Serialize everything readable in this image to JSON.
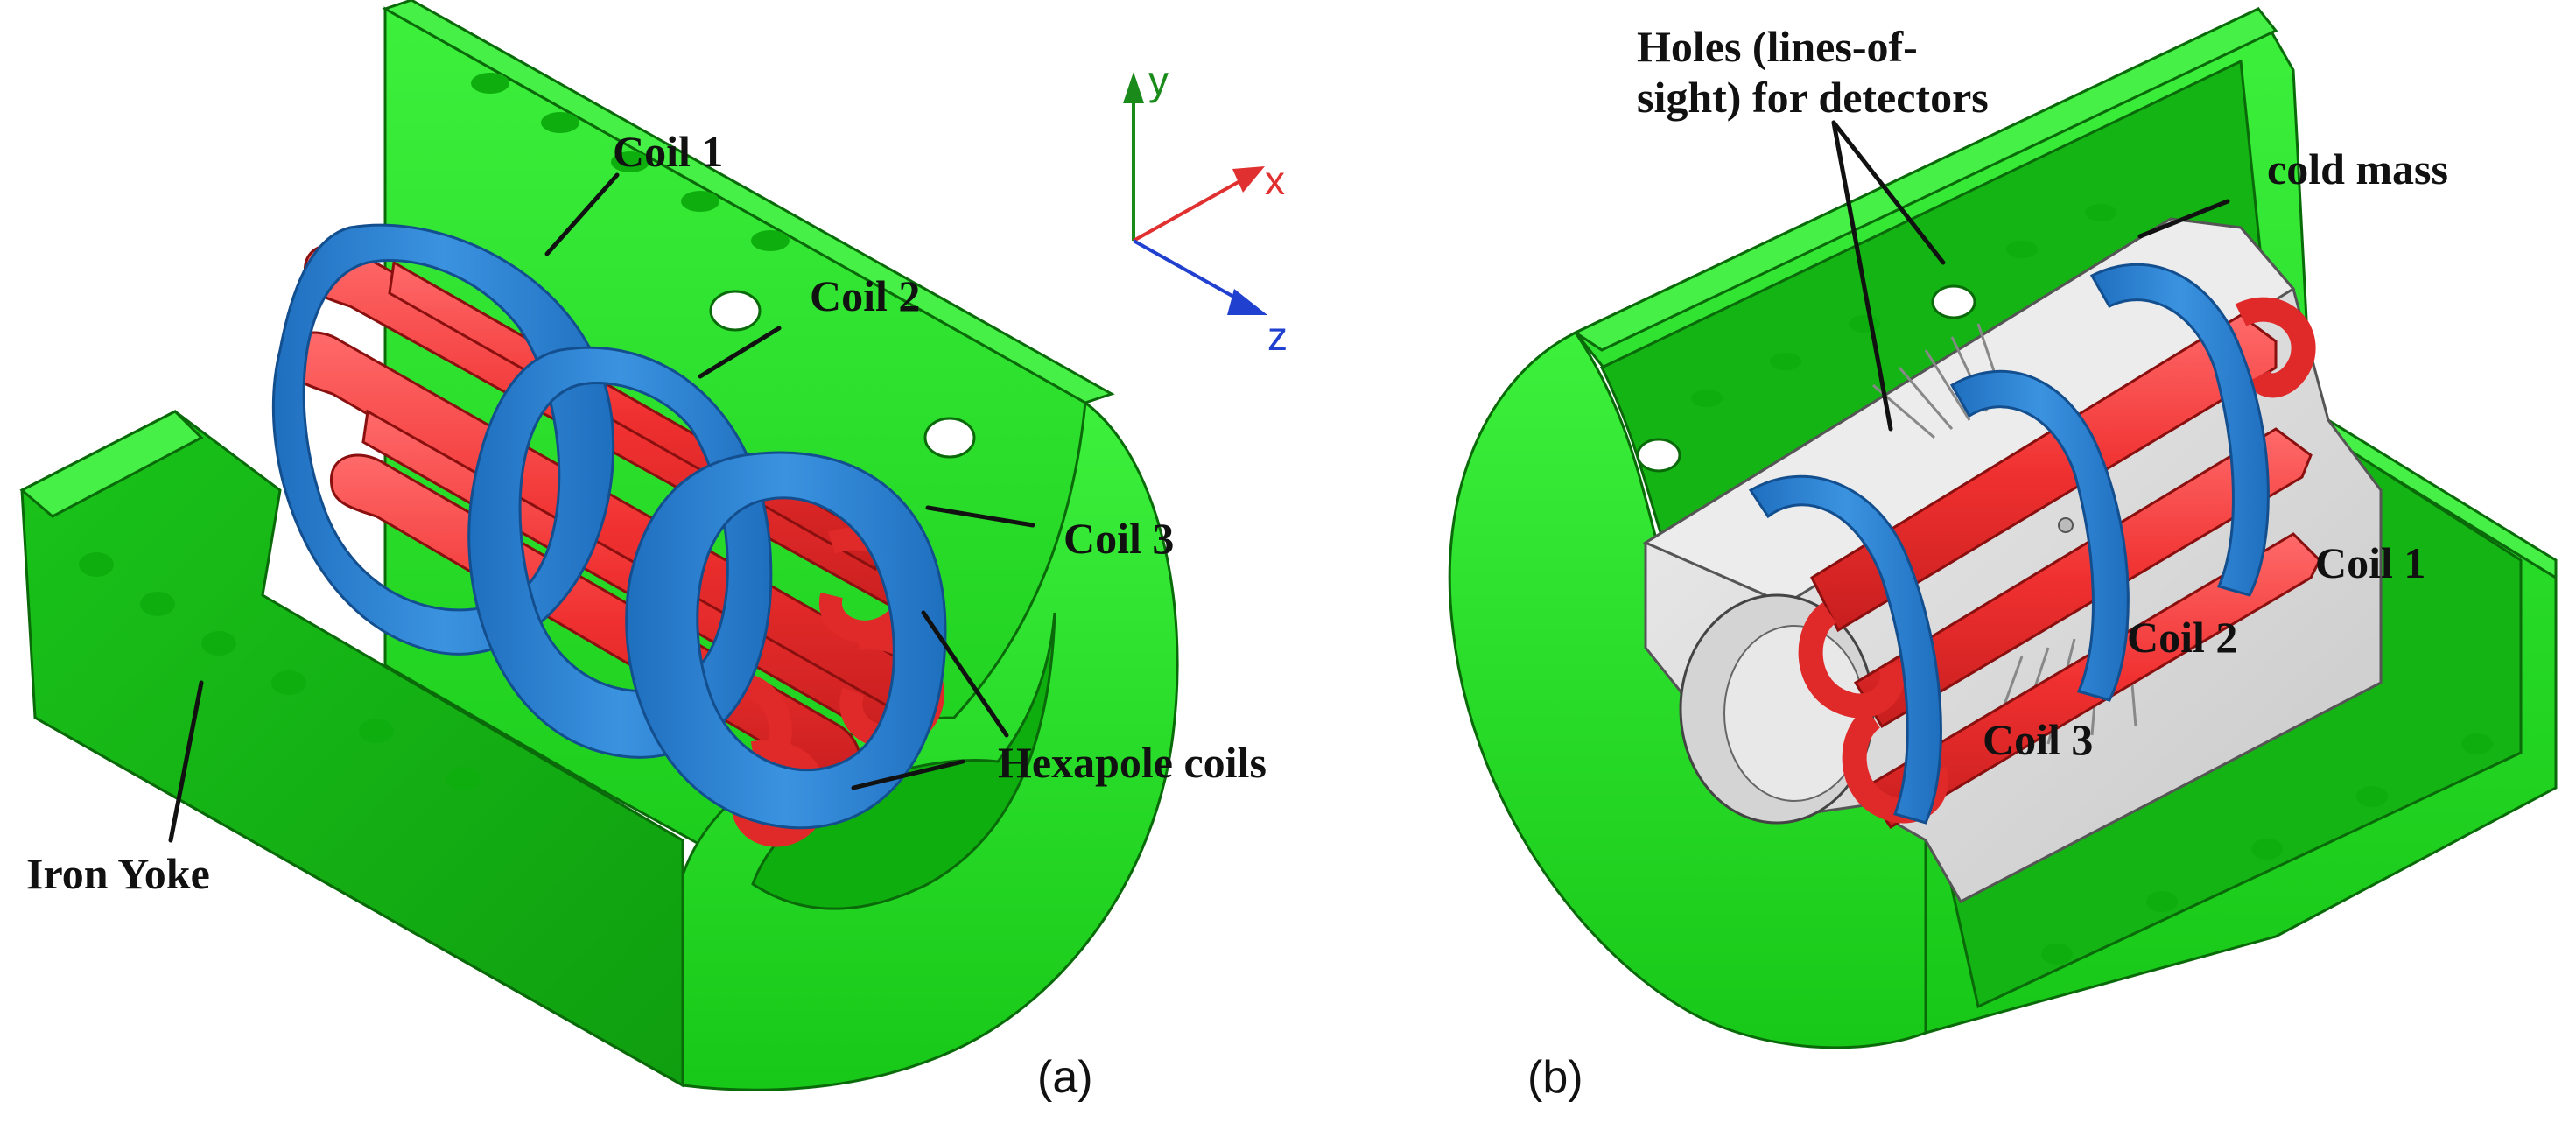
{
  "panel_a": {
    "caption": "(a)",
    "labels": {
      "coil_1": "Coil 1",
      "coil_2": "Coil 2",
      "coil_3": "Coil 3",
      "hexapole": "Hexapole coils",
      "iron_yoke": "Iron Yoke"
    },
    "axes": {
      "x": "x",
      "y": "y",
      "z": "z"
    }
  },
  "panel_b": {
    "caption": "(b)",
    "labels": {
      "holes_line1": "Holes (lines-of-",
      "holes_line2": "sight) for detectors",
      "cold_mass": "cold mass",
      "coil_1": "Coil 1",
      "coil_2": "Coil 2",
      "coil_3": "Coil 3"
    }
  },
  "colors": {
    "yoke": "#22e022",
    "yoke_dark": "#12b012",
    "coil_solenoid": "#2f86d6",
    "coil_hexapole": "#f23535",
    "cold_mass": "#d9d9d9",
    "axis_x": "#e03030",
    "axis_y": "#1a8a1a",
    "axis_z": "#2040d0"
  }
}
